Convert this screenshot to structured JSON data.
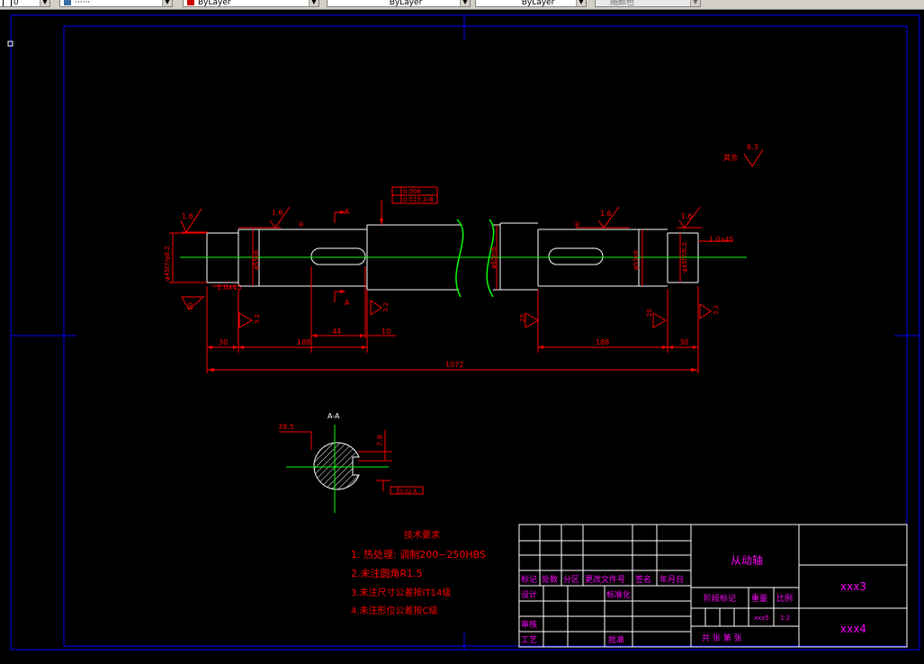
{
  "toolbar": {
    "layer_combo": "0",
    "color_combo": "ByLayer",
    "linetype_combo": "ByLayer",
    "lineweight_combo": "ByLayer",
    "plotstyle_combo": "随颜色"
  },
  "colors": {
    "background": "#000000",
    "frame": "#0000ff",
    "geometry": "#ffffff",
    "dimension": "#ff0000",
    "centerline": "#00ff00",
    "title_block": "#ff00ff"
  },
  "drawing": {
    "surface_marks": {
      "general": "6.3",
      "general_label": "其余",
      "left_end": "1.6",
      "left_journal": "1.6",
      "right_journal": "1.6",
      "right_end": "1.6"
    },
    "section_labels": {
      "top": "A",
      "bottom": "A",
      "view_title": "A-A"
    },
    "tolerance_frames": {
      "line1": "0.006",
      "line2": "0.015 A-B"
    },
    "markers": {
      "left": "④",
      "right": "④"
    },
    "dims_vertical": {
      "left_end": "φ45f7/φ8.2",
      "left_journal": "φ55k6",
      "middle": "φ65m6",
      "right_journal": "φ55k6",
      "right_end": "φ45f7/6.2"
    },
    "chamfers": {
      "left": "1.0x45",
      "right": "1.0x45"
    },
    "roughness_small": [
      "20",
      "3.2",
      "3.2",
      "20",
      "20",
      "3.2"
    ],
    "dims_horizontal": {
      "d30_left": "30",
      "d188_left": "188",
      "d44": "44",
      "d10": "10",
      "d188_right": "188",
      "d30_right": "30",
      "d_total": "1072"
    },
    "section_dims": {
      "width": "39.5",
      "depth": "7.8",
      "tolerance": "0.02 A"
    }
  },
  "notes": {
    "title": "技术要求",
    "items": [
      "1. 热处理: 调制200~250HBS",
      "2.未注圆角R1.5",
      "3.未注尺寸公差按IT14级",
      "4.未注形位公差按C级"
    ]
  },
  "title_block": {
    "headers": [
      "标记",
      "处数",
      "分区",
      "更改文件号",
      "签名",
      "年月日"
    ],
    "design": "设计",
    "standardize": "标准化",
    "check": "审核",
    "process": "工艺",
    "approve": "批准",
    "part_name": "从动轴",
    "stage_mark": "阶段标记",
    "weight": "重量",
    "scale": "比例",
    "weight_value": "xxx5",
    "scale_value": "1:2",
    "sheets": "共  张 第 张",
    "drawing_no": "xxx3",
    "company": "xxx4"
  }
}
